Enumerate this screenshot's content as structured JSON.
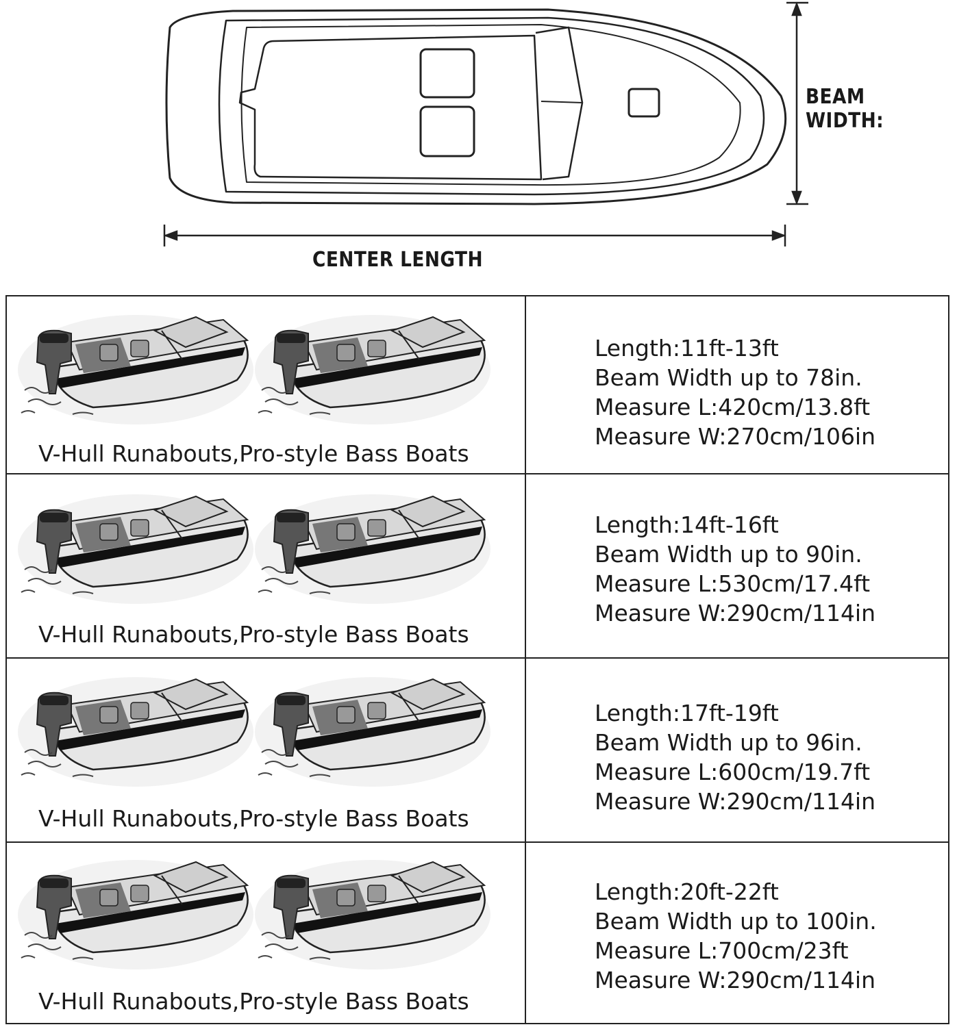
{
  "diagram": {
    "beam_label": "BEAM WIDTH:",
    "center_label": "CENTER LENGTH"
  },
  "rows": [
    {
      "caption": "V-Hull Runabouts,Pro-style Bass Boats",
      "length": "Length:11ft-13ft",
      "beam": "Beam Width up to 78in.",
      "measure_l": "Measure L:420cm/13.8ft",
      "measure_w": "Measure W:270cm/106in"
    },
    {
      "caption": "V-Hull Runabouts,Pro-style Bass Boats",
      "length": "Length:14ft-16ft",
      "beam": "Beam Width up to 90in.",
      "measure_l": "Measure L:530cm/17.4ft",
      "measure_w": "Measure W:290cm/114in"
    },
    {
      "caption": "V-Hull Runabouts,Pro-style Bass Boats",
      "length": "Length:17ft-19ft",
      "beam": "Beam Width up to 96in.",
      "measure_l": "Measure L:600cm/19.7ft",
      "measure_w": "Measure W:290cm/114in"
    },
    {
      "caption": "V-Hull Runabouts,Pro-style Bass Boats",
      "length": "Length:20ft-22ft",
      "beam": "Beam Width up to 100in.",
      "measure_l": "Measure L:700cm/23ft",
      "measure_w": "Measure W:290cm/114in"
    }
  ]
}
